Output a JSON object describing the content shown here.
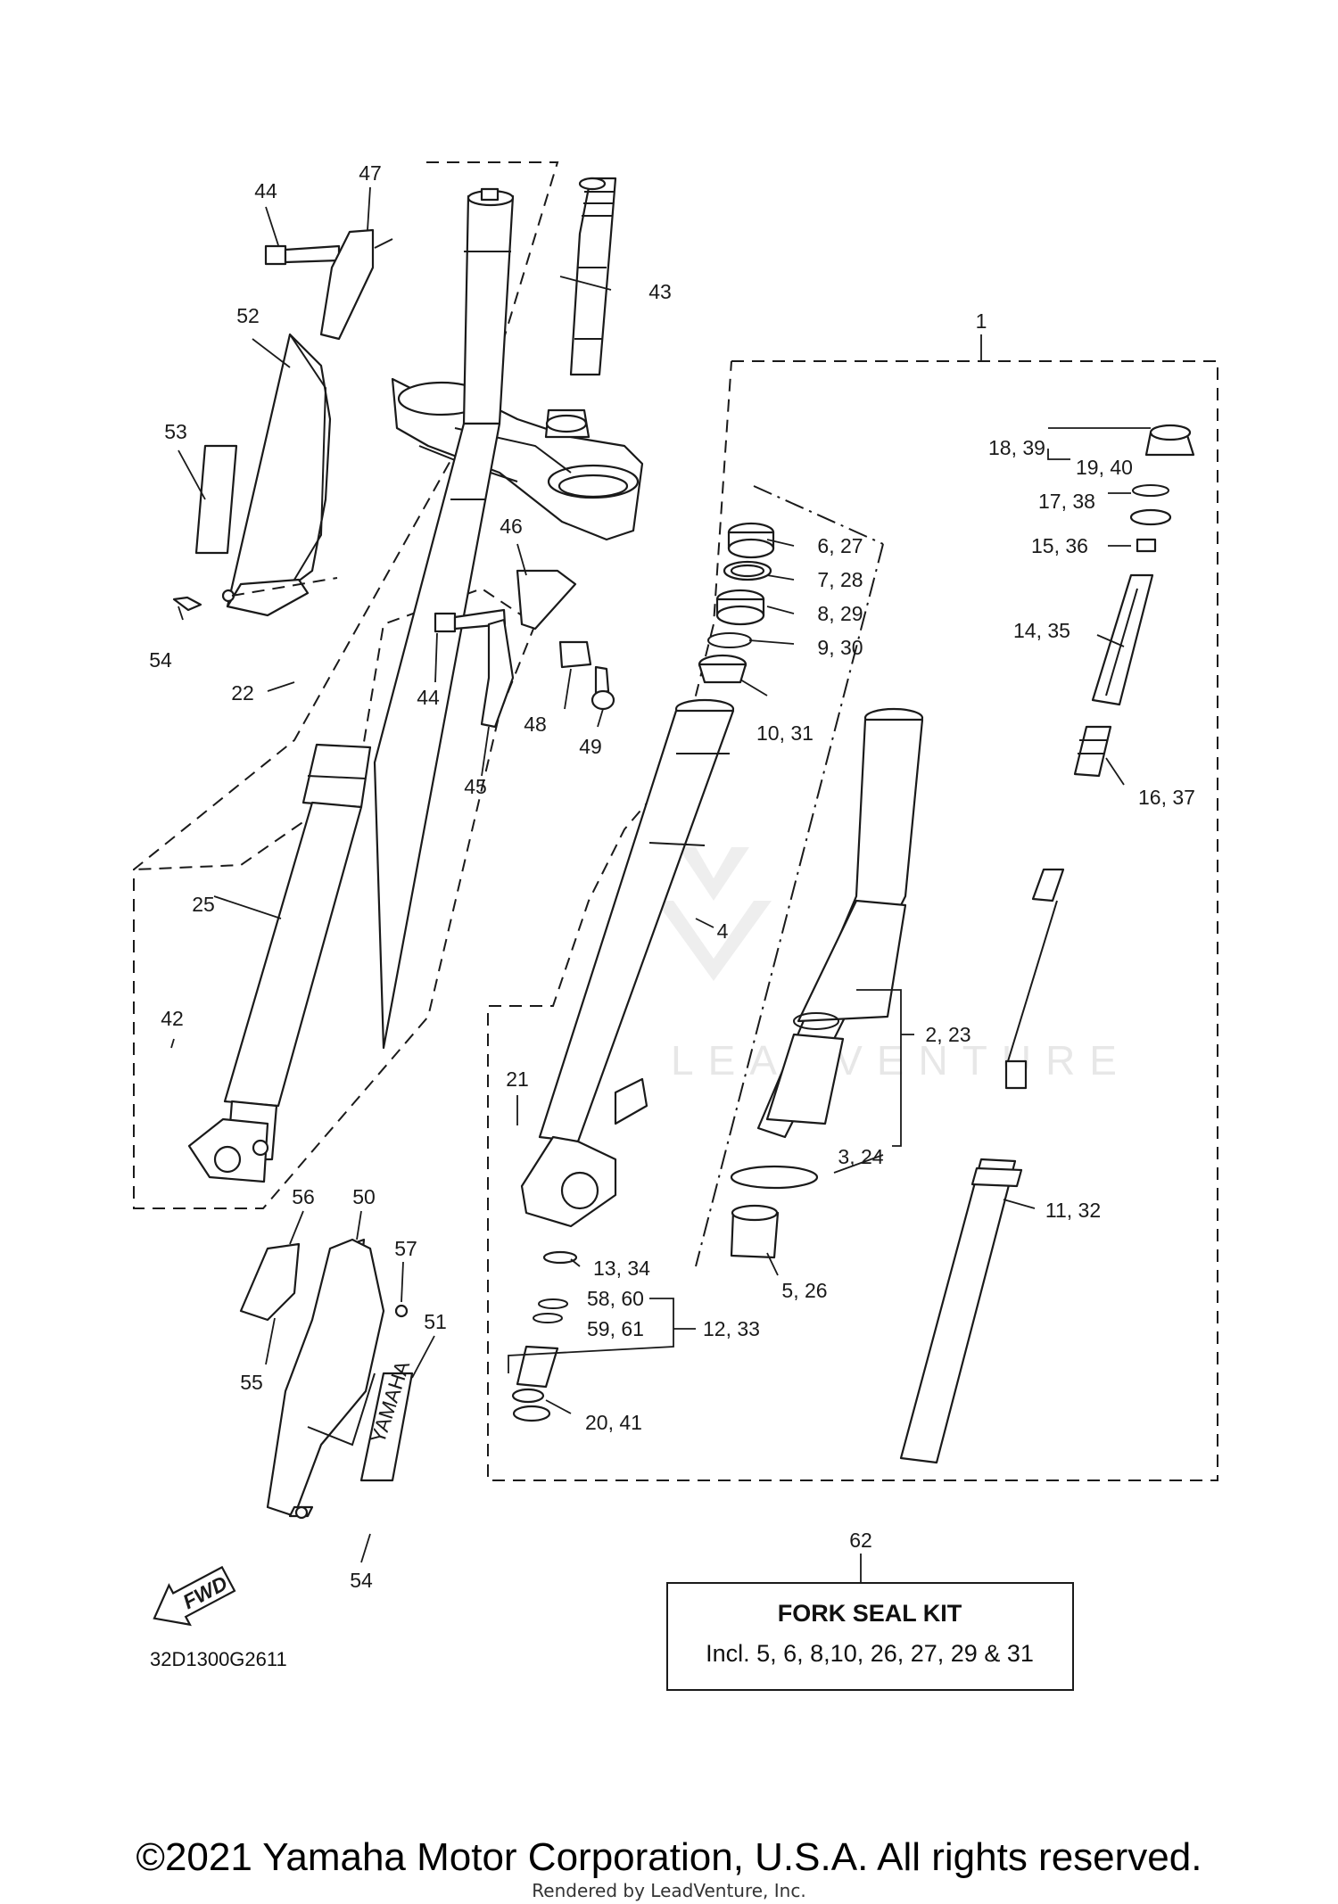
{
  "callouts": [
    {
      "id": "c44a",
      "text": "44"
    },
    {
      "id": "c47",
      "text": "47"
    },
    {
      "id": "c43",
      "text": "43"
    },
    {
      "id": "c52",
      "text": "52"
    },
    {
      "id": "c53",
      "text": "53"
    },
    {
      "id": "c54a",
      "text": "54"
    },
    {
      "id": "c22",
      "text": "22"
    },
    {
      "id": "c46",
      "text": "46"
    },
    {
      "id": "c44b",
      "text": "44"
    },
    {
      "id": "c48",
      "text": "48"
    },
    {
      "id": "c49",
      "text": "49"
    },
    {
      "id": "c45",
      "text": "45"
    },
    {
      "id": "c25",
      "text": "25"
    },
    {
      "id": "c42",
      "text": "42"
    },
    {
      "id": "c1",
      "text": "1"
    },
    {
      "id": "c18",
      "text": "18, 39"
    },
    {
      "id": "c19",
      "text": "19, 40"
    },
    {
      "id": "c17",
      "text": "17, 38"
    },
    {
      "id": "c15",
      "text": "15, 36"
    },
    {
      "id": "c14",
      "text": "14, 35"
    },
    {
      "id": "c16",
      "text": "16, 37"
    },
    {
      "id": "c6",
      "text": "6, 27"
    },
    {
      "id": "c7",
      "text": "7, 28"
    },
    {
      "id": "c8",
      "text": "8, 29"
    },
    {
      "id": "c9",
      "text": "9, 30"
    },
    {
      "id": "c10",
      "text": "10, 31"
    },
    {
      "id": "c4",
      "text": "4"
    },
    {
      "id": "c2",
      "text": "2, 23"
    },
    {
      "id": "c3",
      "text": "3, 24"
    },
    {
      "id": "c11",
      "text": "11, 32"
    },
    {
      "id": "c21",
      "text": "21"
    },
    {
      "id": "c13",
      "text": "13, 34"
    },
    {
      "id": "c58",
      "text": "58, 60"
    },
    {
      "id": "c59",
      "text": "59, 61"
    },
    {
      "id": "c12",
      "text": "12, 33"
    },
    {
      "id": "c20",
      "text": "20, 41"
    },
    {
      "id": "c5",
      "text": "5, 26"
    },
    {
      "id": "c56",
      "text": "56"
    },
    {
      "id": "c50",
      "text": "50"
    },
    {
      "id": "c57",
      "text": "57"
    },
    {
      "id": "c51",
      "text": "51"
    },
    {
      "id": "c55",
      "text": "55"
    },
    {
      "id": "c54b",
      "text": "54"
    },
    {
      "id": "c62",
      "text": "62"
    }
  ],
  "fork_seal_kit": {
    "title": "FORK SEAL KIT",
    "contents": "Incl. 5, 6, 8,10, 26, 27, 29 & 31"
  },
  "fwd_label": "FWD",
  "guard_brand": "YAMAHA",
  "diagram_code": "32D1300G2611",
  "watermark": "LEADVENTURE",
  "copyright": "©2021 Yamaha Motor Corporation, U.S.A. All rights reserved.",
  "rendered_by": "Rendered by LeadVenture, Inc."
}
